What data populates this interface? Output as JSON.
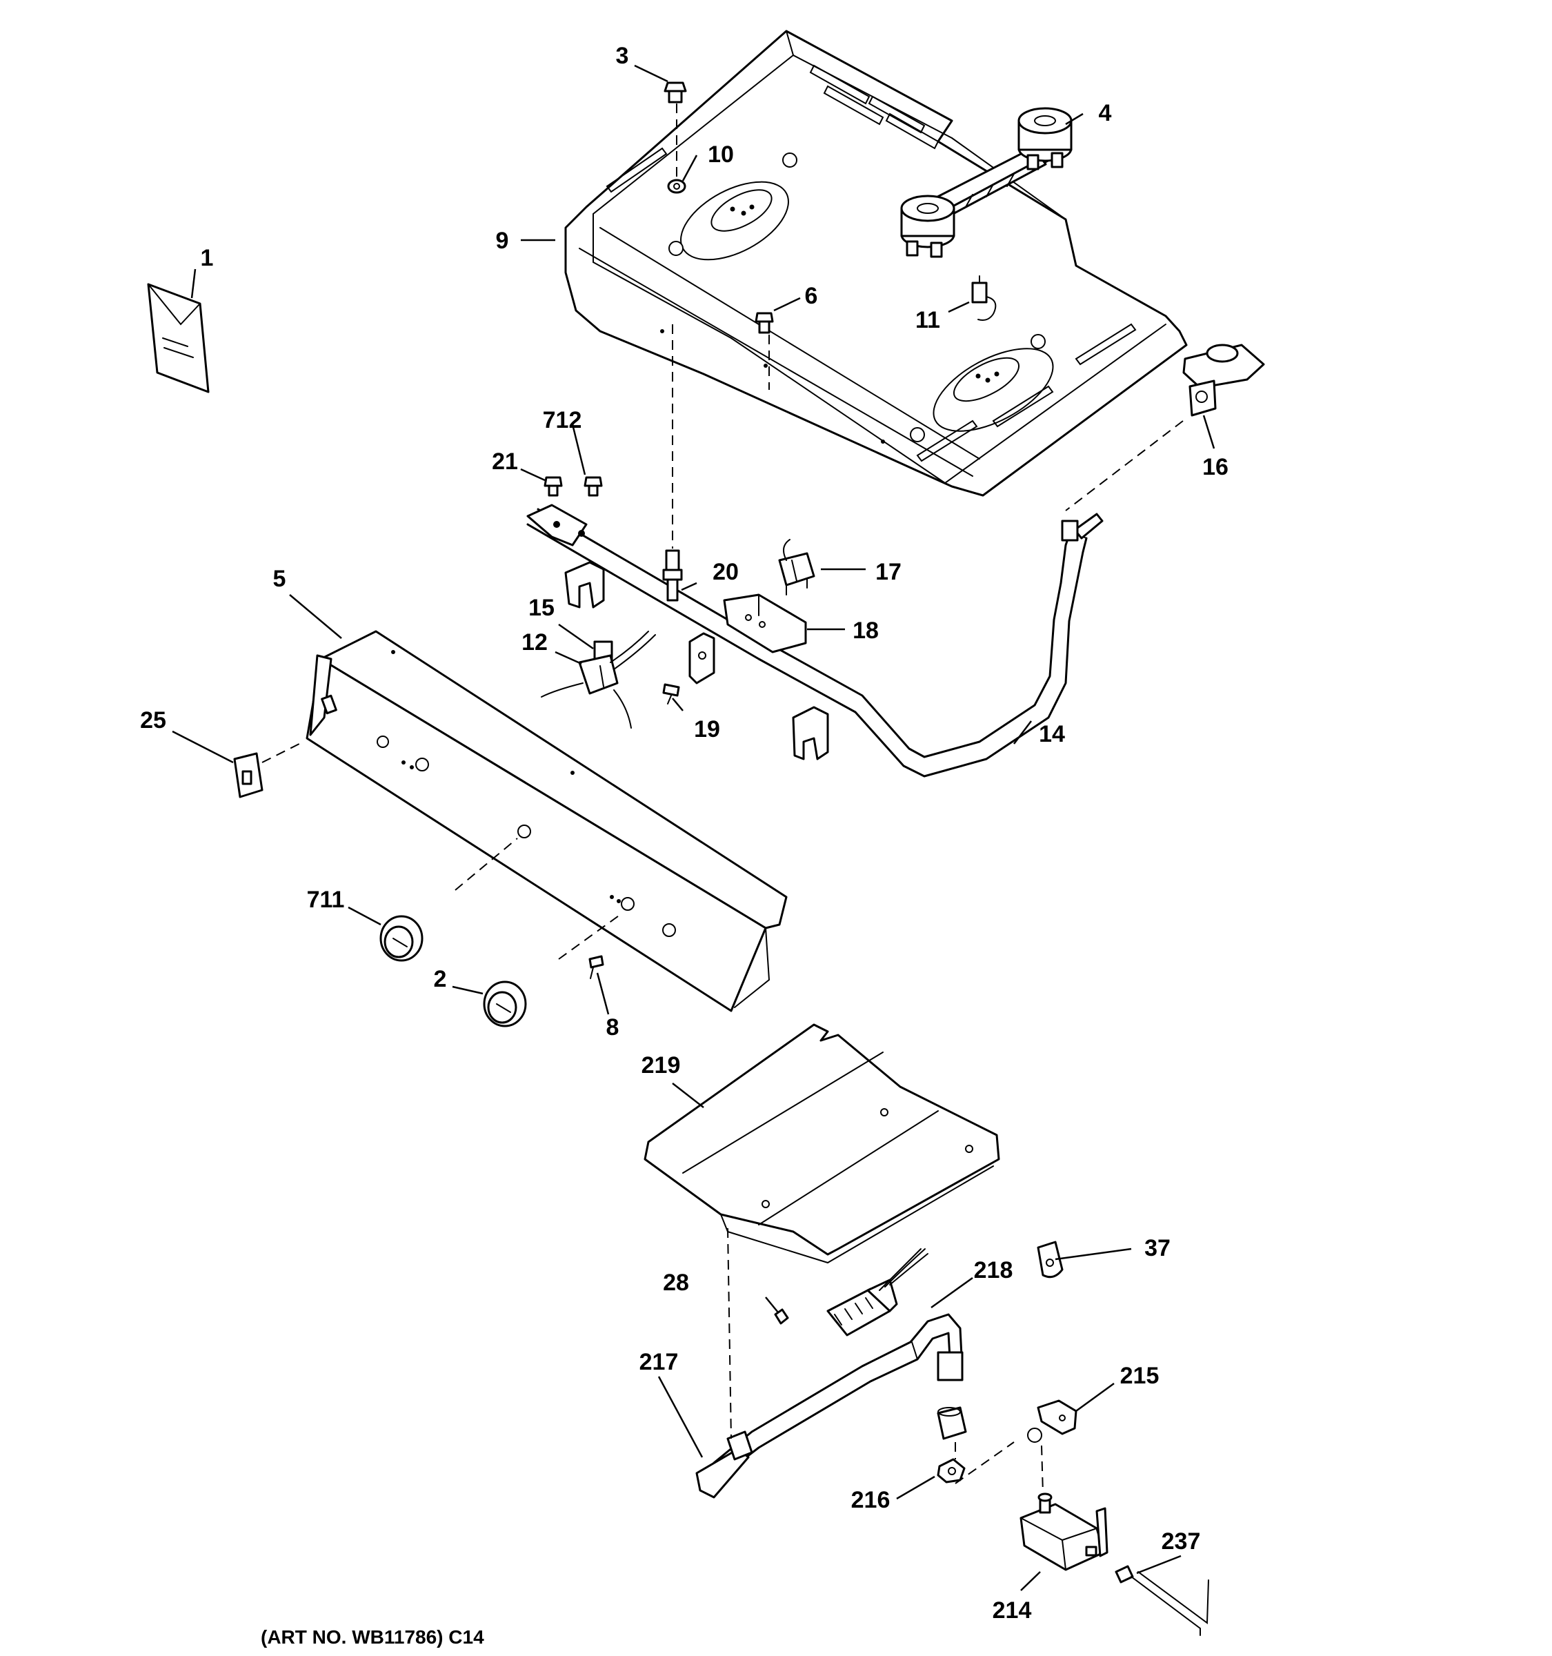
{
  "labels": {
    "l1": "1",
    "l2": "2",
    "l3": "3",
    "l4": "4",
    "l5": "5",
    "l6": "6",
    "l8": "8",
    "l9": "9",
    "l10": "10",
    "l11": "11",
    "l12": "12",
    "l14": "14",
    "l15": "15",
    "l16": "16",
    "l17": "17",
    "l18": "18",
    "l19": "19",
    "l20": "20",
    "l21": "21",
    "l25": "25",
    "l28": "28",
    "l37": "37",
    "l214": "214",
    "l215": "215",
    "l216": "216",
    "l217": "217",
    "l218": "218",
    "l219": "219",
    "l237": "237",
    "l711": "711",
    "l712": "712"
  },
  "art_number": "(ART NO. WB11786) C14"
}
